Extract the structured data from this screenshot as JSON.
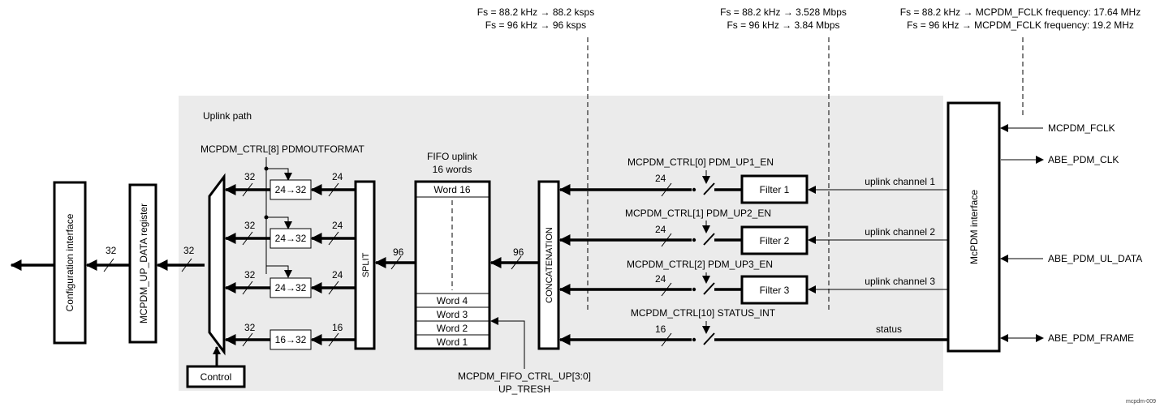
{
  "annotations": {
    "fs_ksps_1": "Fs = 88.2 kHz → 88.2 ksps",
    "fs_ksps_2": "Fs = 96 kHz → 96 ksps",
    "fs_mbps_1": "Fs = 88.2 kHz → 3.528 Mbps",
    "fs_mbps_2": "Fs = 96 kHz → 3.84 Mbps",
    "fs_fclk_1": "Fs = 88.2 kHz → MCPDM_FCLK frequency: 17.64 MHz",
    "fs_fclk_2": "Fs = 96 kHz → MCPDM_FCLK frequency: 19.2 MHz"
  },
  "region_label": "Uplink path",
  "blocks": {
    "config_interface": "Configuration interface",
    "up_data_register": "MCPDM_UP_DATA register",
    "control": "Control",
    "split": "SPLIT",
    "concatenation": "CONCATENATION",
    "mcpdm_interface": "McPDM interface",
    "fifo_title_1": "FIFO uplink",
    "fifo_title_2": "16 words",
    "filter1": "Filter 1",
    "filter2": "Filter 2",
    "filter3": "Filter 3"
  },
  "fifo_words": {
    "w16": "Word 16",
    "w4": "Word 4",
    "w3": "Word 3",
    "w2": "Word 2",
    "w1": "Word 1"
  },
  "converters": {
    "c1": "24→32",
    "c2": "24→32",
    "c3": "24→32",
    "c4": "16→32"
  },
  "registers": {
    "pdmoutformat": "MCPDM_CTRL[8] PDMOUTFORMAT",
    "up1_en": "MCPDM_CTRL[0] PDM_UP1_EN",
    "up2_en": "MCPDM_CTRL[1] PDM_UP2_EN",
    "up3_en": "MCPDM_CTRL[2] PDM_UP3_EN",
    "status_int": "MCPDM_CTRL[10] STATUS_INT",
    "fifo_ctrl_1": "MCPDM_FIFO_CTRL_UP[3:0]",
    "fifo_ctrl_2": "UP_TRESH"
  },
  "bus_widths": {
    "cfg": "32",
    "reg": "32",
    "mux1": "32",
    "mux2": "32",
    "mux3": "32",
    "mux4": "32",
    "spl1": "24",
    "spl2": "24",
    "spl3": "24",
    "spl4": "16",
    "fifo_in": "96",
    "fifo_out": "96",
    "ch1": "24",
    "ch2": "24",
    "ch3": "24",
    "st": "16"
  },
  "channels": {
    "ch1": "uplink channel 1",
    "ch2": "uplink channel 2",
    "ch3": "uplink channel 3",
    "status": "status"
  },
  "signals": {
    "fclk": "MCPDM_FCLK",
    "clk": "ABE_PDM_CLK",
    "ul_data": "ABE_PDM_UL_DATA",
    "frame": "ABE_PDM_FRAME"
  },
  "figure_id": "mcpdm-009"
}
